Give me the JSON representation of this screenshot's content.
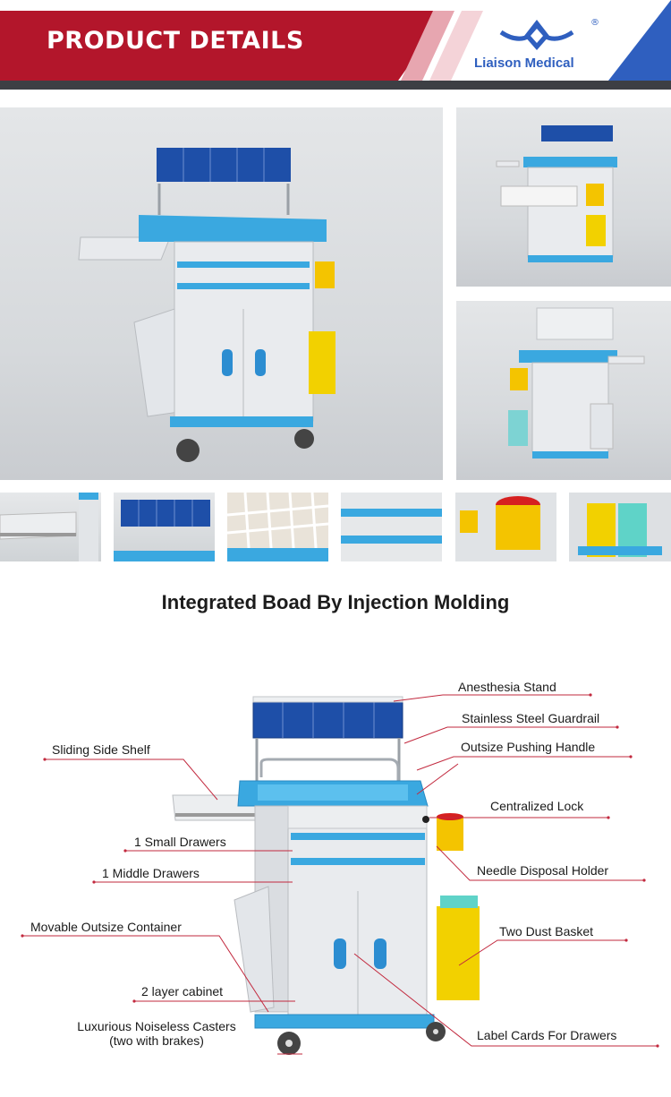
{
  "header": {
    "title": "PRODUCT DETAILS",
    "brand": "Liaison Medical",
    "registered_mark": "®",
    "logo_icon": "liaison-medical-logo",
    "colors": {
      "red": "#b3162b",
      "blue": "#2f5fbf",
      "dark_bar": "#3d3f44"
    }
  },
  "gallery": {
    "main_photo": "anesthesia-trolley-front-photo",
    "side_photos": [
      "trolley-open-drawer-photo",
      "trolley-side-view-photo"
    ],
    "thumbnails": [
      "sliding-shelf-closeup",
      "anesthesia-stand-closeup",
      "drawer-dividers-closeup",
      "drawer-handles-closeup",
      "needle-disposal-holder-closeup",
      "dust-baskets-closeup"
    ]
  },
  "section": {
    "heading": "Integrated Boad By Injection Molding"
  },
  "callouts": {
    "anesthesia_stand": "Anesthesia Stand",
    "guardrail": "Stainless Steel Guardrail",
    "sliding_shelf": "Sliding Side Shelf",
    "pushing_handle": "Outsize Pushing Handle",
    "centralized_lock": "Centralized Lock",
    "small_drawers": "1 Small Drawers",
    "middle_drawers": "1 Middle Drawers",
    "needle_holder": "Needle Disposal Holder",
    "container": "Movable Outsize Container",
    "dust_basket": "Two Dust Basket",
    "cabinet": "2 layer cabinet",
    "casters_line1": "Luxurious Noiseless Casters",
    "casters_line2": "(two with brakes)",
    "label_cards": "Label Cards For Drawers"
  }
}
